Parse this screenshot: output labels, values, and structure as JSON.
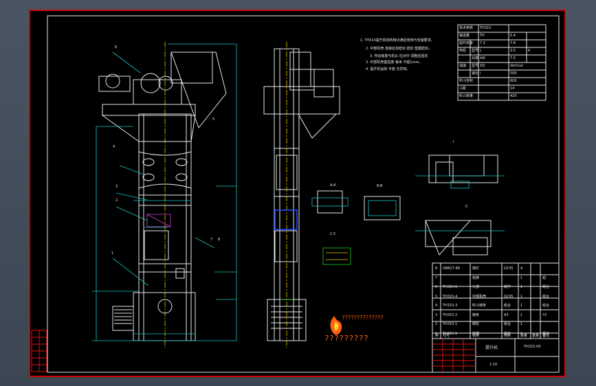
{
  "notes": {
    "lines": [
      "1. TH315提升机结构特点满足使用与安装要求。",
      "2. 中部机壳 连接处加密封 密封 垫圈密封。",
      "   3. 传动装置与机头 应对中 调整后固定",
      "3. 中部机壳垂直度 每米 不超1mm。",
      "4. 提升机运转 平稳 无异响。"
    ]
  },
  "tech_table": {
    "rows": [
      [
        "技术参数",
        "",
        "TH315"
      ],
      [
        "输送量",
        "",
        "TH",
        "5.4"
      ],
      [
        "提升高度",
        "",
        "7.2",
        "7.8"
      ],
      [
        "电机",
        "型号",
        "L",
        "3.5",
        "6"
      ],
      [
        "",
        "功率",
        "kW",
        "7.5"
      ],
      [
        "减速",
        "型号",
        "ZQ",
        "Vertical"
      ],
      [
        "",
        "速比",
        "i",
        "500"
      ],
      [
        "料斗容积",
        "",
        "",
        "600"
      ],
      [
        "斗距",
        "",
        "",
        "14"
      ],
      [
        "料斗数量",
        "",
        "",
        "420"
      ]
    ]
  },
  "parts_table": {
    "rows": [
      [
        "8",
        "GB827-86",
        "铆钉",
        "Q235",
        "4",
        "",
        ""
      ],
      [
        "7",
        "",
        "铭牌",
        "",
        "1",
        "",
        "铝"
      ],
      [
        "6",
        "TH315-6",
        "头部",
        "组件",
        "1",
        "",
        "组合"
      ],
      [
        "5",
        "TH315-4",
        "中部机壳",
        "Q235",
        "1",
        "",
        "组合"
      ],
      [
        "4",
        "TH315-3",
        "料斗链条",
        "组合",
        "1",
        "",
        "组合"
      ],
      [
        "3",
        "TH315-2",
        "链条",
        "A3",
        "1",
        "",
        "72"
      ],
      [
        "2",
        "TH315-1",
        "链轮",
        "组合",
        "1",
        "",
        ""
      ],
      [
        "1",
        "TH315-1",
        "底部",
        "组合",
        "1",
        "",
        "组合"
      ]
    ],
    "header": [
      "序",
      "代号",
      "名称",
      "材料",
      "数量",
      "重量",
      "备注"
    ]
  },
  "title_block": {
    "name": "提升机",
    "drawing_no": "TH315-00",
    "scale": "1:10"
  },
  "watermark": {
    "top": "??????????????",
    "bottom": "?????????"
  },
  "views": {
    "section_a": "A-A",
    "section_b": "B-B",
    "section_c": "C-C",
    "detail_1": "I",
    "detail_2": "II",
    "leader_labels": [
      "6",
      "5",
      "4",
      "3",
      "2",
      "1",
      "7",
      "8"
    ]
  }
}
